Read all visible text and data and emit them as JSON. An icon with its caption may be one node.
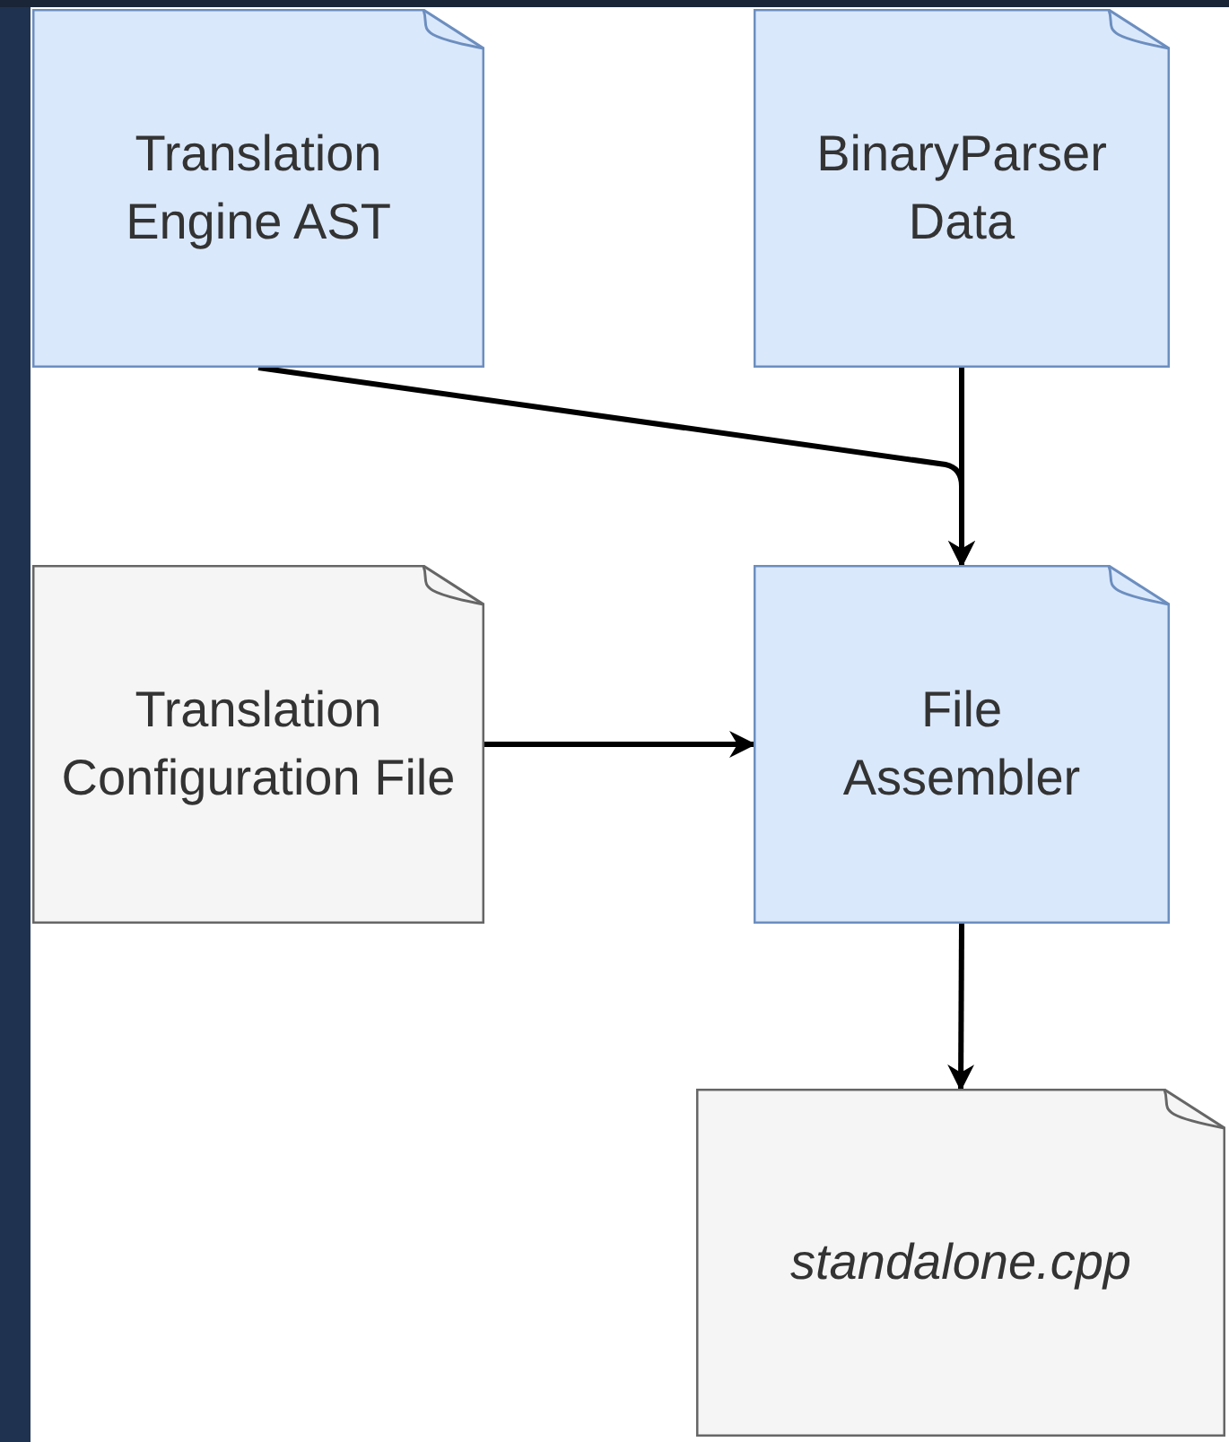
{
  "diagram": {
    "nodes": [
      {
        "text": [
          "Translation Engine AST"
        ]
      },
      {
        "text": [
          "BinaryParser Data"
        ]
      },
      {
        "text": [
          "Translation Configuration File"
        ]
      },
      {
        "text": [
          "File Assembler"
        ]
      },
      {
        "text": [
          "standalone.cpp"
        ]
      }
    ],
    "edges": [
      {
        "from": 0,
        "to": 3,
        "arrow": "to"
      },
      {
        "from": 1,
        "to": 3,
        "arrow": "to"
      },
      {
        "from": 2,
        "to": 3,
        "arrow": "to"
      },
      {
        "from": 3,
        "to": 4,
        "arrow": "to"
      }
    ]
  }
}
